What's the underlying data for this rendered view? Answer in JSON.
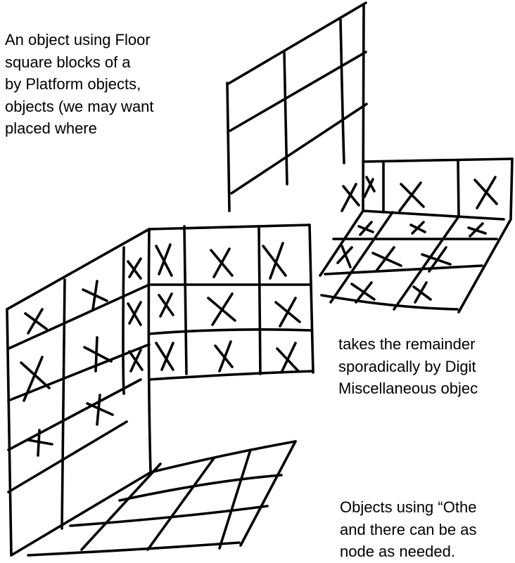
{
  "text_blocks": {
    "top": [
      "An object using Floor",
      "square blocks of a",
      "by Platform objects,",
      "objects (we may want",
      "placed where"
    ],
    "middle": [
      "takes the remainder",
      "sporadically by Digit",
      "Miscellaneous objec"
    ],
    "bottom": [
      "Objects using “Othe",
      "and there can be as",
      "node as needed."
    ]
  },
  "colors": {
    "ink": "#000000",
    "background": "#ffffff"
  }
}
